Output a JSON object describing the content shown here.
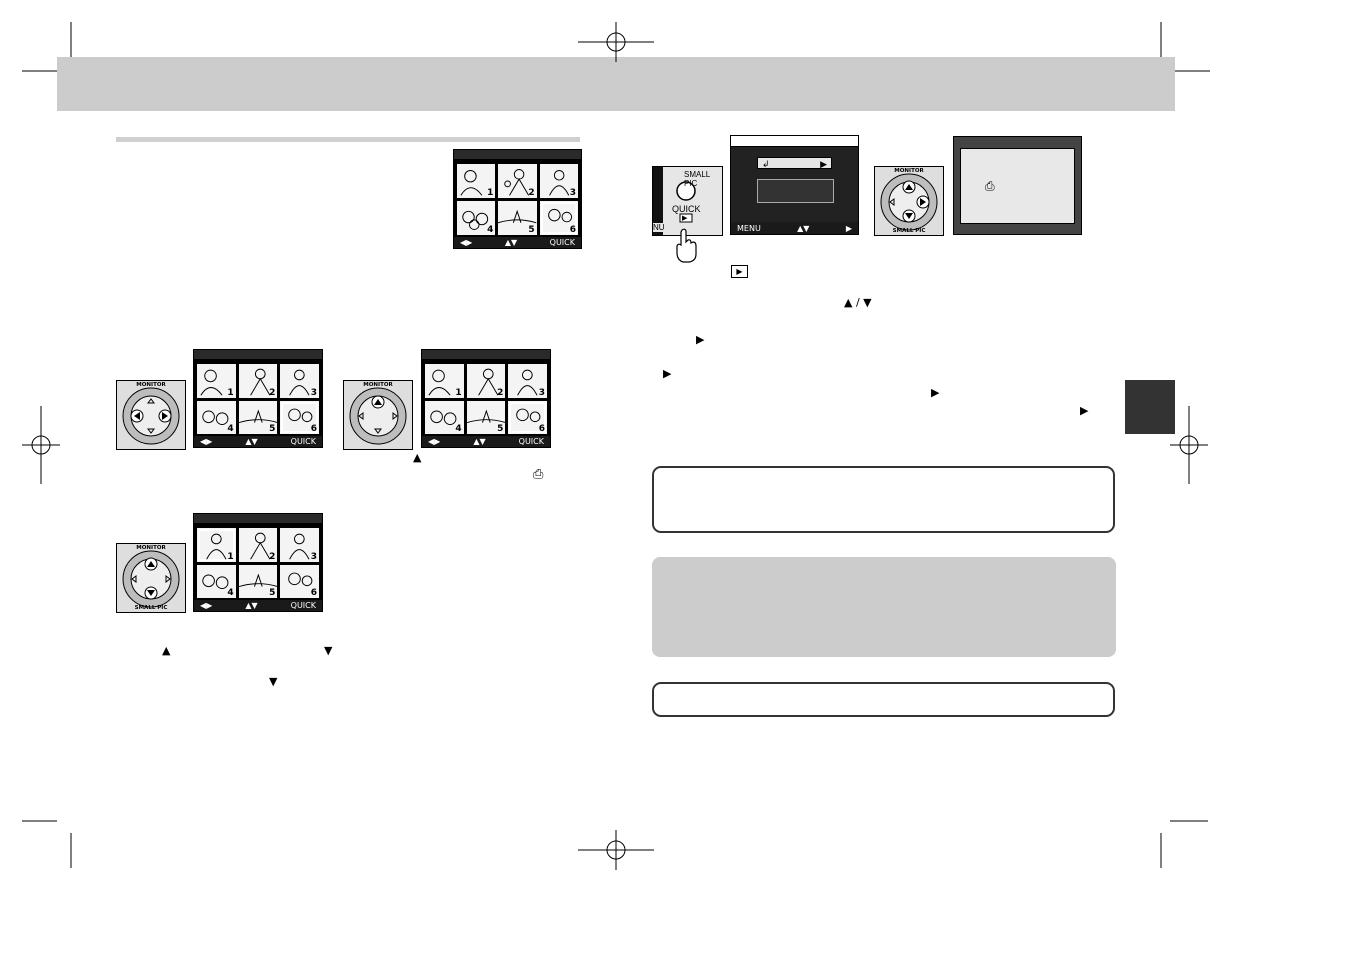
{
  "camera": {
    "small_pic_label": "SMALL PIC",
    "quick_label": "QUICK",
    "menu_label": "NU"
  },
  "lcd": {
    "quick_label": "QUICK"
  },
  "dpad": {
    "monitor_label": "MONITOR",
    "small_pic_label": "SMALL PIC"
  },
  "menu_screen": {
    "menu_label": "MENU"
  },
  "glyphs": {
    "play": "▶",
    "up": "▲",
    "down": "▼",
    "right": "▶",
    "left": "◀",
    "up_down": "▲ / ▼",
    "print_icon": "⎙"
  },
  "colors": {
    "band": "#cccccc",
    "tab": "#333333",
    "lcd": "#000000"
  }
}
